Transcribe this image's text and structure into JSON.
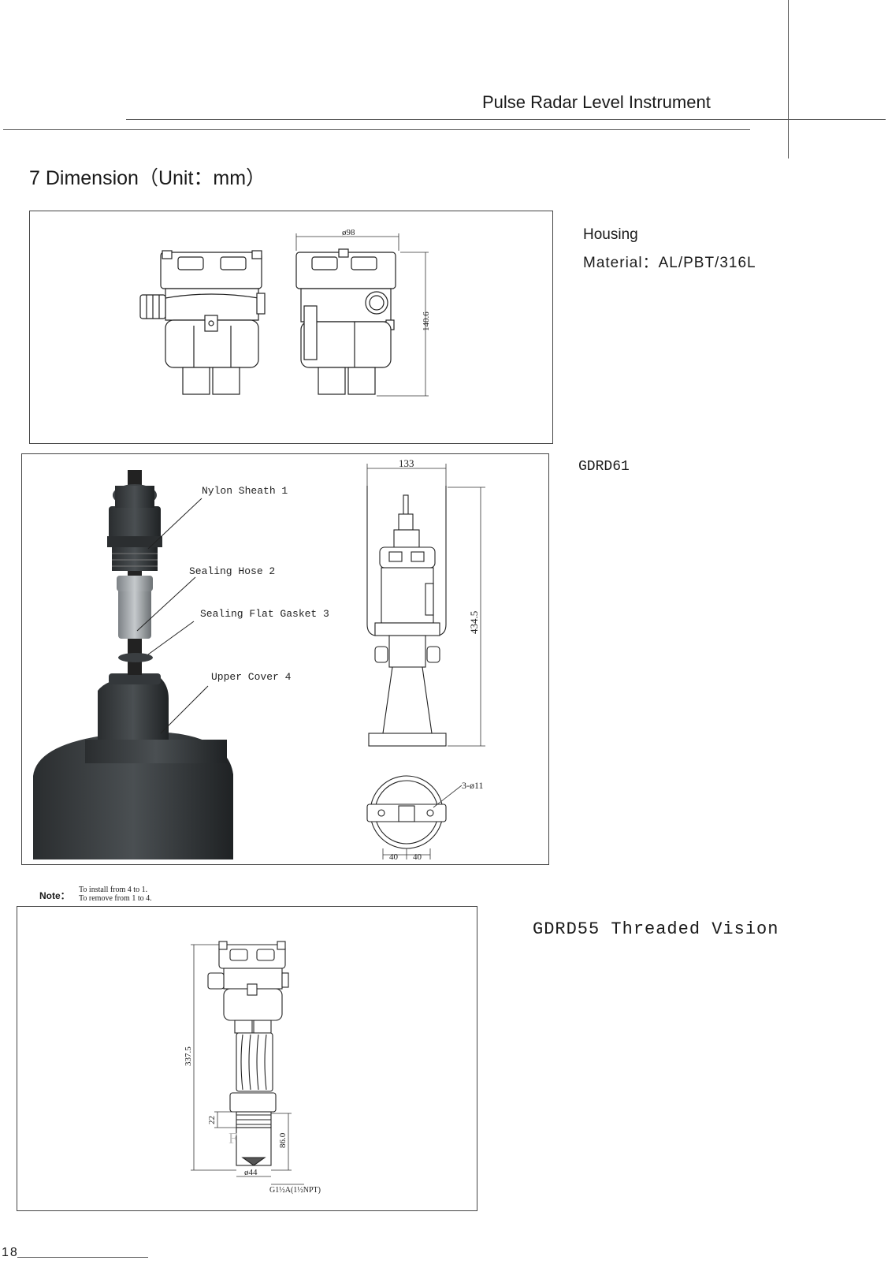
{
  "header": {
    "title": "Pulse Radar Level Instrument"
  },
  "section": {
    "title": "7 Dimension（Unit：mm）"
  },
  "housing": {
    "label": "Housing",
    "material": "Material：AL/PBT/316L",
    "dims": {
      "width": "ø98",
      "height": "140.6"
    }
  },
  "gdrd61": {
    "label": "GDRD61",
    "callouts": [
      "Nylon Sheath 1",
      "Sealing Hose 2",
      "Sealing Flat Gasket 3",
      "Upper Cover 4"
    ],
    "dims": {
      "width": "133",
      "height": "434.5",
      "holes": "3-ø11",
      "spacing_left": "40",
      "spacing_right": "40"
    }
  },
  "note": {
    "label": "Note：",
    "lines": [
      "To install from 4 to 1.",
      "To remove from 1 to 4."
    ]
  },
  "gdrd55": {
    "label": "GDRD55 Threaded Vision",
    "dims": {
      "total_height": "337.5",
      "thread_height": "22",
      "lower_height": "86.0",
      "diameter": "ø44",
      "thread": "G1½A(1½NPT)"
    }
  },
  "footer": {
    "page_number": "18"
  }
}
